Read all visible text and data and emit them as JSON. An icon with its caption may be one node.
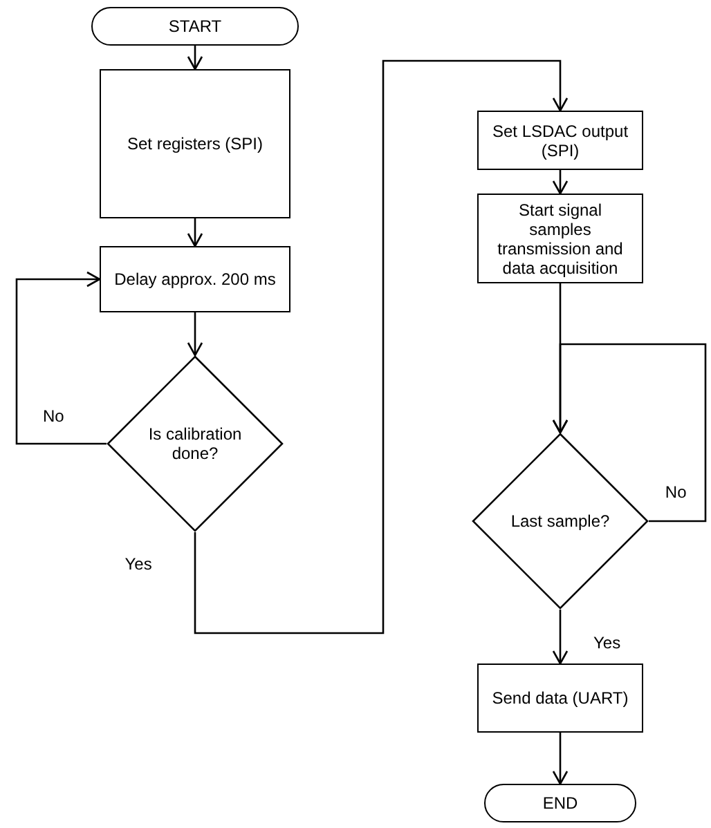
{
  "diagram": {
    "nodes": [
      {
        "text": [
          "START"
        ]
      },
      {
        "text": [
          "Set registers (SPI)"
        ]
      },
      {
        "text": [
          "Delay approx. 200 ms"
        ]
      },
      {
        "text": [
          "Is calibration done?"
        ]
      },
      {
        "text": [
          "Set LSDAC output (SPI)"
        ]
      },
      {
        "text": [
          "Start signal samples transmission and data acquisition"
        ]
      },
      {
        "text": [
          "Last sample?"
        ]
      },
      {
        "text": [
          "Send data (UART)"
        ]
      },
      {
        "text": [
          "END"
        ]
      }
    ],
    "edges": [
      {
        "from": 0,
        "to": 1,
        "arrow": "to"
      },
      {
        "from": 1,
        "to": 2,
        "arrow": "to"
      },
      {
        "from": 2,
        "to": 3,
        "arrow": "to"
      },
      {
        "from": 3,
        "to": 2,
        "arrow": "to",
        "label": "No"
      },
      {
        "from": 3,
        "to": 4,
        "arrow": "to",
        "label": "Yes"
      },
      {
        "from": 4,
        "to": 5,
        "arrow": "to"
      },
      {
        "from": 5,
        "to": 6,
        "arrow": "to"
      },
      {
        "from": 6,
        "to": 6,
        "arrow": "to",
        "label": "No"
      },
      {
        "from": 6,
        "to": 7,
        "arrow": "to",
        "label": "Yes"
      },
      {
        "from": 7,
        "to": 8,
        "arrow": "to"
      }
    ]
  }
}
